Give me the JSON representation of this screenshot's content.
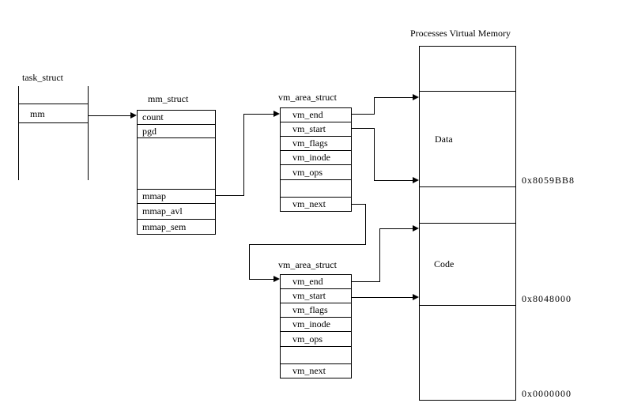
{
  "task_struct": {
    "title": "task_struct",
    "fields": [
      "mm"
    ]
  },
  "mm_struct": {
    "title": "mm_struct",
    "fields": [
      "count",
      "pgd",
      "",
      "mmap",
      "mmap_avl",
      "mmap_sem"
    ]
  },
  "vm_area_struct_1": {
    "title": "vm_area_struct",
    "fields": [
      "vm_end",
      "vm_start",
      "vm_flags",
      "vm_inode",
      "vm_ops",
      "",
      "vm_next"
    ]
  },
  "vm_area_struct_2": {
    "title": "vm_area_struct",
    "fields": [
      "vm_end",
      "vm_start",
      "vm_flags",
      "vm_inode",
      "vm_ops",
      "",
      "vm_next"
    ]
  },
  "memory": {
    "title": "Processes Virtual Memory",
    "region_labels": {
      "data": "Data",
      "code": "Code"
    },
    "addresses": {
      "data_start": "0x8059BB8",
      "code_start": "0x8048000",
      "bottom": "0x0000000"
    }
  },
  "colors": {
    "line": "#000000",
    "background": "#ffffff"
  }
}
